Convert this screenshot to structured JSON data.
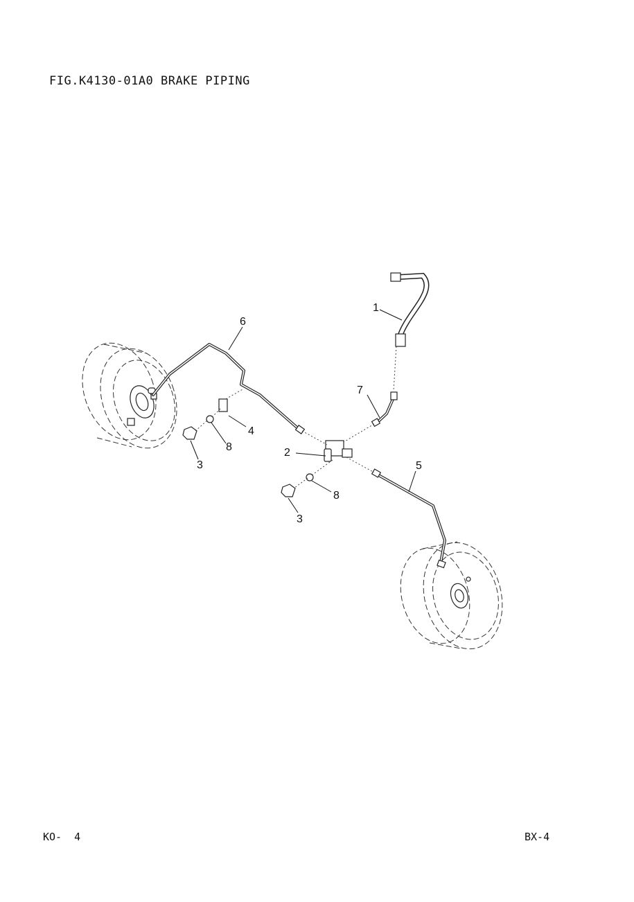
{
  "header": {
    "figure_title": "FIG.K4130-01A0  BRAKE PIPING"
  },
  "footer": {
    "left_code": "KO-",
    "page_number": "4",
    "right_code": "BX-4"
  },
  "callouts": [
    {
      "number": "1",
      "part": "brake hose"
    },
    {
      "number": "2",
      "part": "three-way joint"
    },
    {
      "number": "3",
      "part": "bolt (upper-left)"
    },
    {
      "number": "3",
      "part": "bolt (lower-center)"
    },
    {
      "number": "4",
      "part": "bracket clip"
    },
    {
      "number": "5",
      "part": "brake pipe (right wheel)"
    },
    {
      "number": "6",
      "part": "brake pipe (left wheel)"
    },
    {
      "number": "7",
      "part": "short brake pipe"
    },
    {
      "number": "8",
      "part": "washer (upper-left)"
    },
    {
      "number": "8",
      "part": "washer (lower-center)"
    }
  ]
}
